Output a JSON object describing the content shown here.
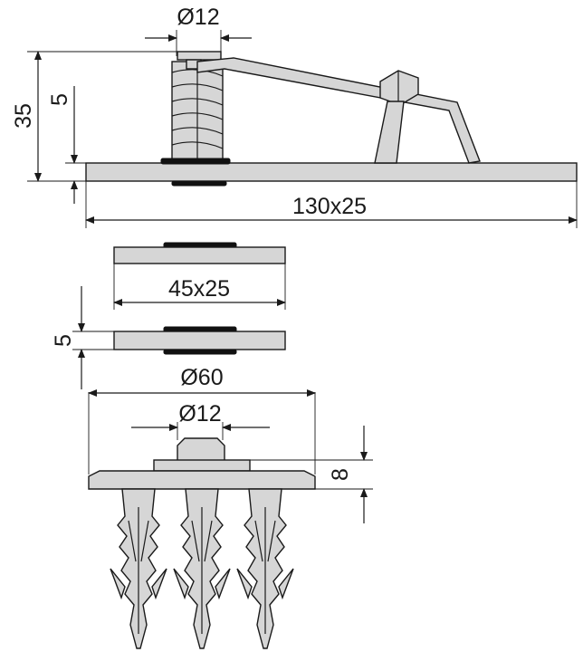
{
  "dimensions": {
    "top_diameter": "Ø12",
    "height_total": "35",
    "height_plate": "5",
    "plate_size": "130x25",
    "pad_size": "45x25",
    "pad_thickness": "5",
    "washer_diameter": "Ø60",
    "washer_hole_diameter": "Ø12",
    "washer_height": "8"
  },
  "colors": {
    "part_fill": "#d6d6d6",
    "outline": "#1a1a1a",
    "rubber": "#111111"
  }
}
